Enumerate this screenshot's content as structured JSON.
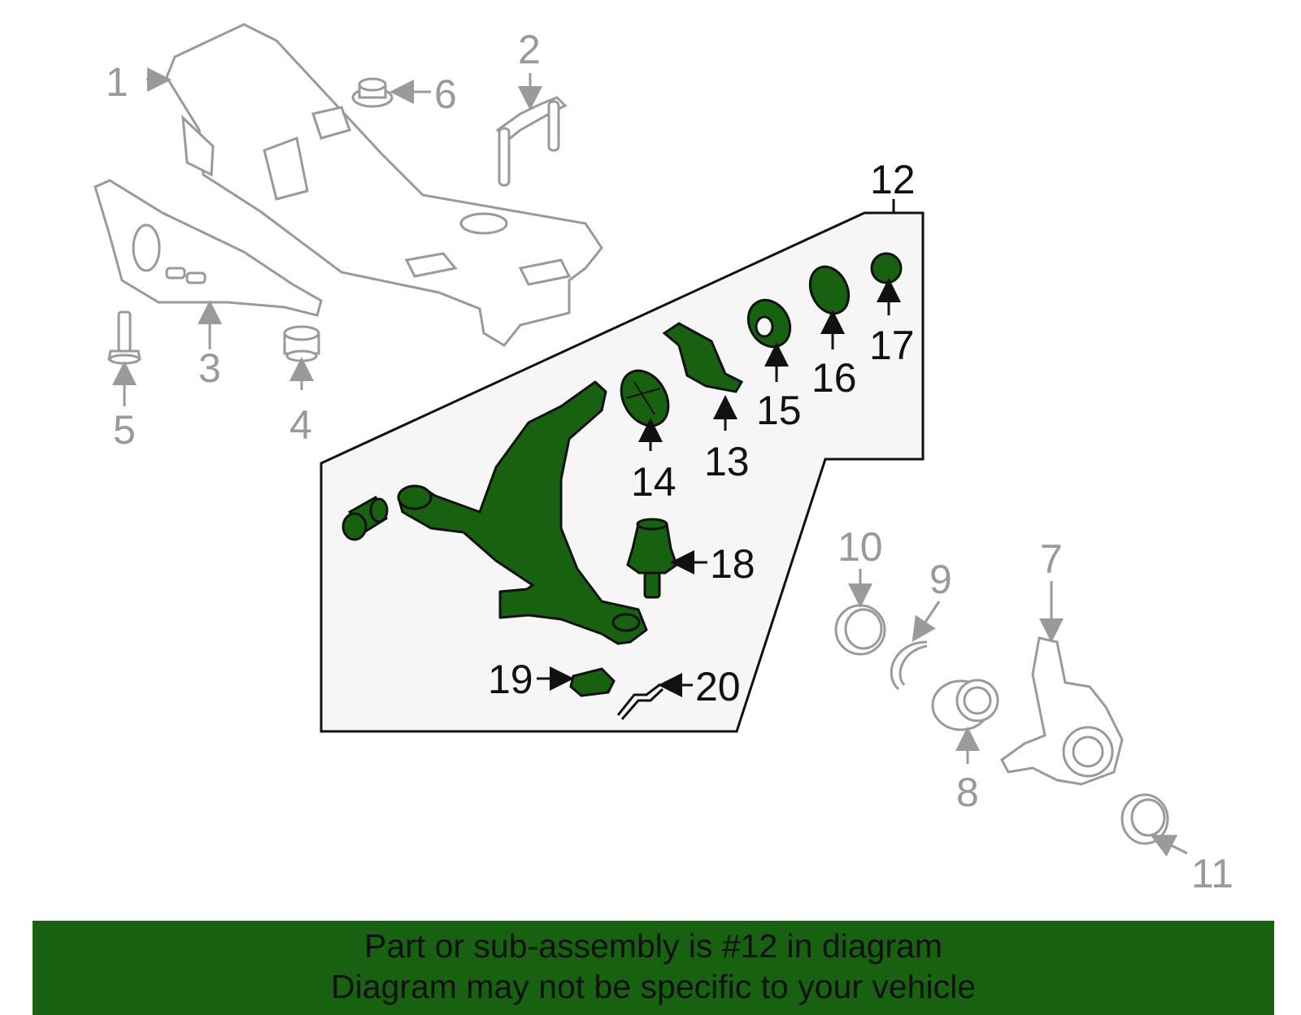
{
  "diagram": {
    "highlight_color": "#176110",
    "context_color": "#9a9a9a",
    "panel_color": "#f6f6f6",
    "callouts_context": [
      {
        "id": "1",
        "label": "1"
      },
      {
        "id": "2",
        "label": "2"
      },
      {
        "id": "3",
        "label": "3"
      },
      {
        "id": "4",
        "label": "4"
      },
      {
        "id": "5",
        "label": "5"
      },
      {
        "id": "6",
        "label": "6"
      },
      {
        "id": "7",
        "label": "7"
      },
      {
        "id": "8",
        "label": "8"
      },
      {
        "id": "9",
        "label": "9"
      },
      {
        "id": "10",
        "label": "10"
      },
      {
        "id": "11",
        "label": "11"
      }
    ],
    "callouts_assembly": [
      {
        "id": "12",
        "label": "12"
      },
      {
        "id": "13",
        "label": "13"
      },
      {
        "id": "14",
        "label": "14"
      },
      {
        "id": "15",
        "label": "15"
      },
      {
        "id": "16",
        "label": "16"
      },
      {
        "id": "17",
        "label": "17"
      },
      {
        "id": "18",
        "label": "18"
      },
      {
        "id": "19",
        "label": "19"
      },
      {
        "id": "20",
        "label": "20"
      }
    ]
  },
  "banner": {
    "line1": "Part or sub-assembly is #12 in diagram",
    "line2": "Diagram may not be specific to your vehicle"
  }
}
